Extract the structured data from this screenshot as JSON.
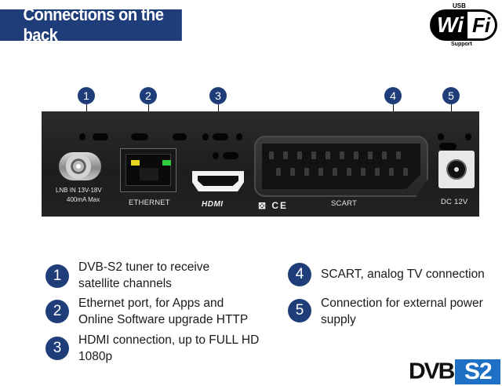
{
  "title": "Connections on the back",
  "wifi_badge": {
    "top": "USB",
    "wi": "Wi",
    "fi": "Fi",
    "bottom": "Support"
  },
  "ports": {
    "lnb_line1": "LNB  IN  13V-18V",
    "lnb_line2": "400mA  Max",
    "ethernet": "ETHERNET",
    "hdmi": "HDMI",
    "scart": "SCART",
    "dc": "DC  12V",
    "cert": "⊠ CE"
  },
  "markers": [
    "1",
    "2",
    "3",
    "4",
    "5"
  ],
  "legend": [
    {
      "num": "1",
      "line1": "DVB-S2 tuner to receive",
      "line2": "satellite channels"
    },
    {
      "num": "2",
      "line1": "Ethernet port, for Apps and",
      "line2": "Online Software upgrade HTTP"
    },
    {
      "num": "3",
      "line1": "HDMI connection, up to FULL HD",
      "line2": "1080p"
    },
    {
      "num": "4",
      "line1": "SCART, analog TV connection",
      "line2": ""
    },
    {
      "num": "5",
      "line1": "Connection for external power",
      "line2": "supply"
    }
  ],
  "dvb_logo": {
    "dvb": "DVB",
    "s2": "S2"
  },
  "colors": {
    "accent_blue": "#1f3e79",
    "panel": "#222222",
    "dvb_blue": "#1e70c4"
  }
}
